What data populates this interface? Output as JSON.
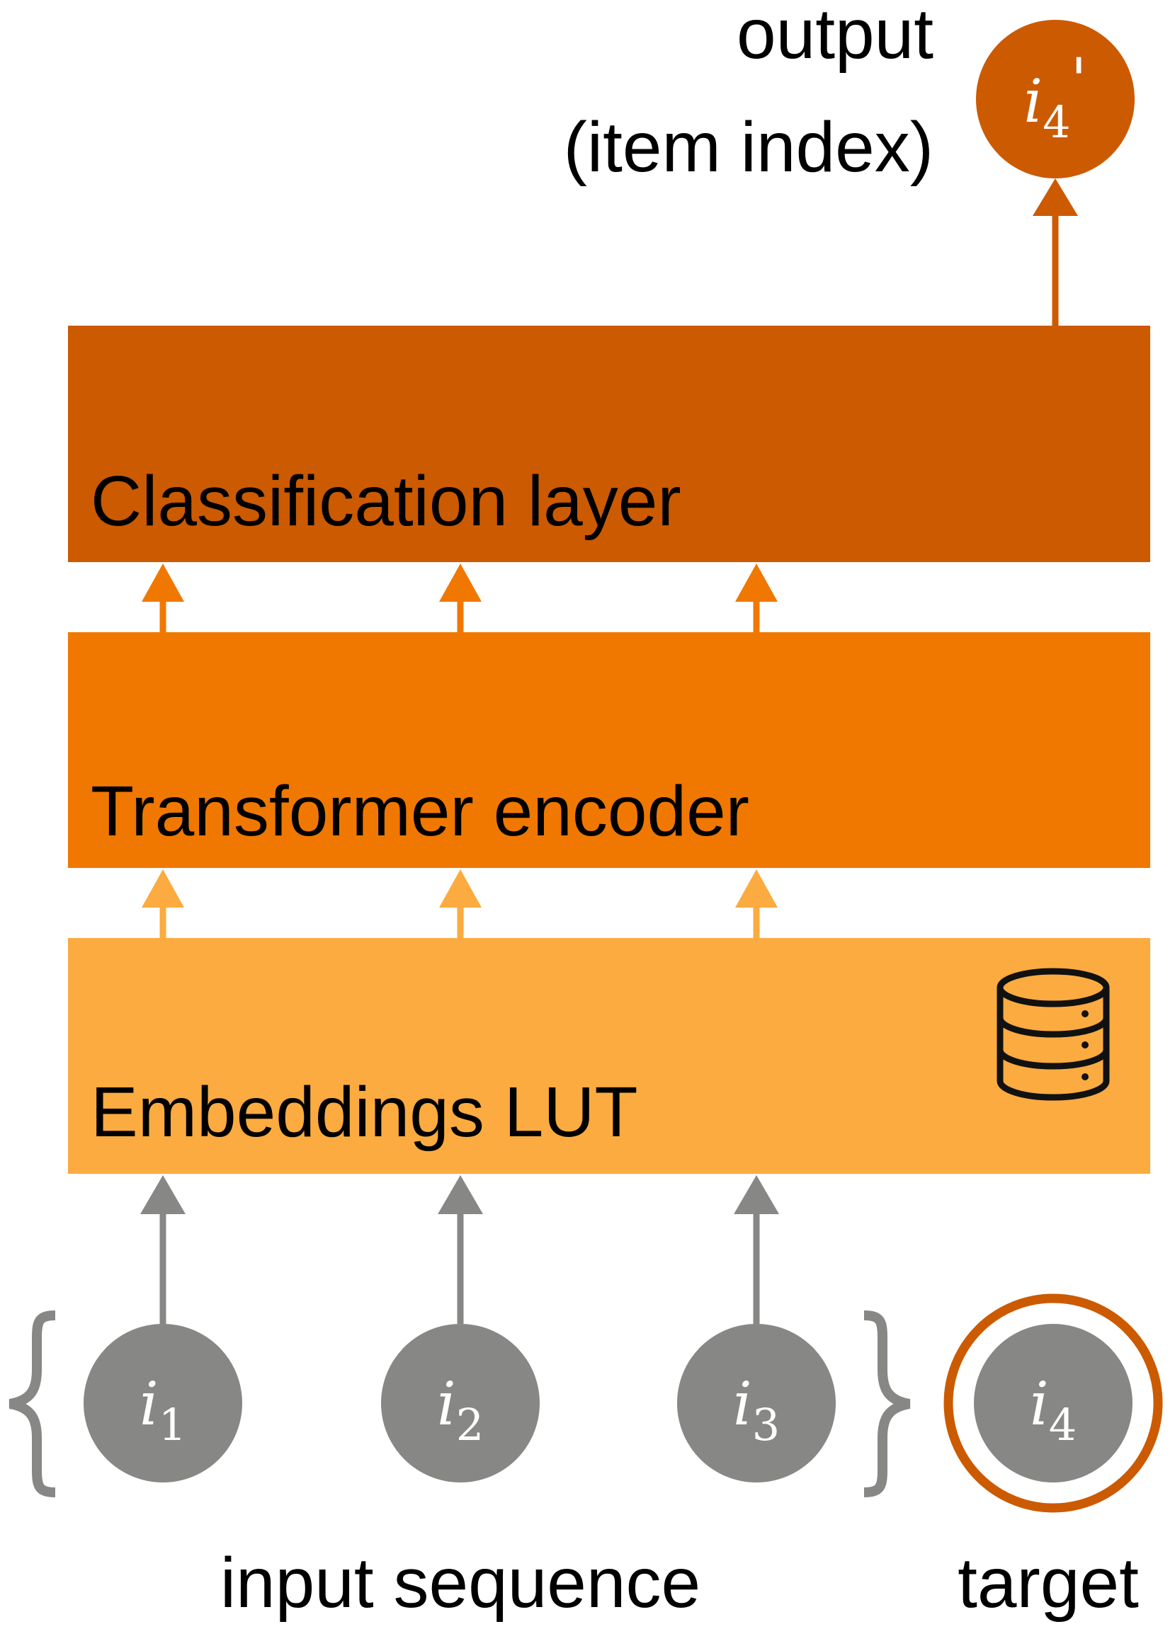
{
  "colors": {
    "classification": "#cc5a00",
    "transformer": "#f07800",
    "embeddings": "#fbab3f",
    "input_gray": "#878885",
    "target_ring": "#cc5a00",
    "output_node": "#cc5a00"
  },
  "output": {
    "label_line1": "output",
    "label_line2": "(item index)",
    "token": {
      "var": "i",
      "sub": "4",
      "mark": "'"
    }
  },
  "layers": {
    "classification": {
      "label": "Classification layer"
    },
    "transformer": {
      "label": "Transformer encoder"
    },
    "embeddings": {
      "label": "Embeddings LUT",
      "icon": "database-icon"
    }
  },
  "inputs": [
    {
      "var": "i",
      "sub": "1"
    },
    {
      "var": "i",
      "sub": "2"
    },
    {
      "var": "i",
      "sub": "3"
    }
  ],
  "target": {
    "var": "i",
    "sub": "4"
  },
  "captions": {
    "input_sequence": "input sequence",
    "target": "target"
  }
}
